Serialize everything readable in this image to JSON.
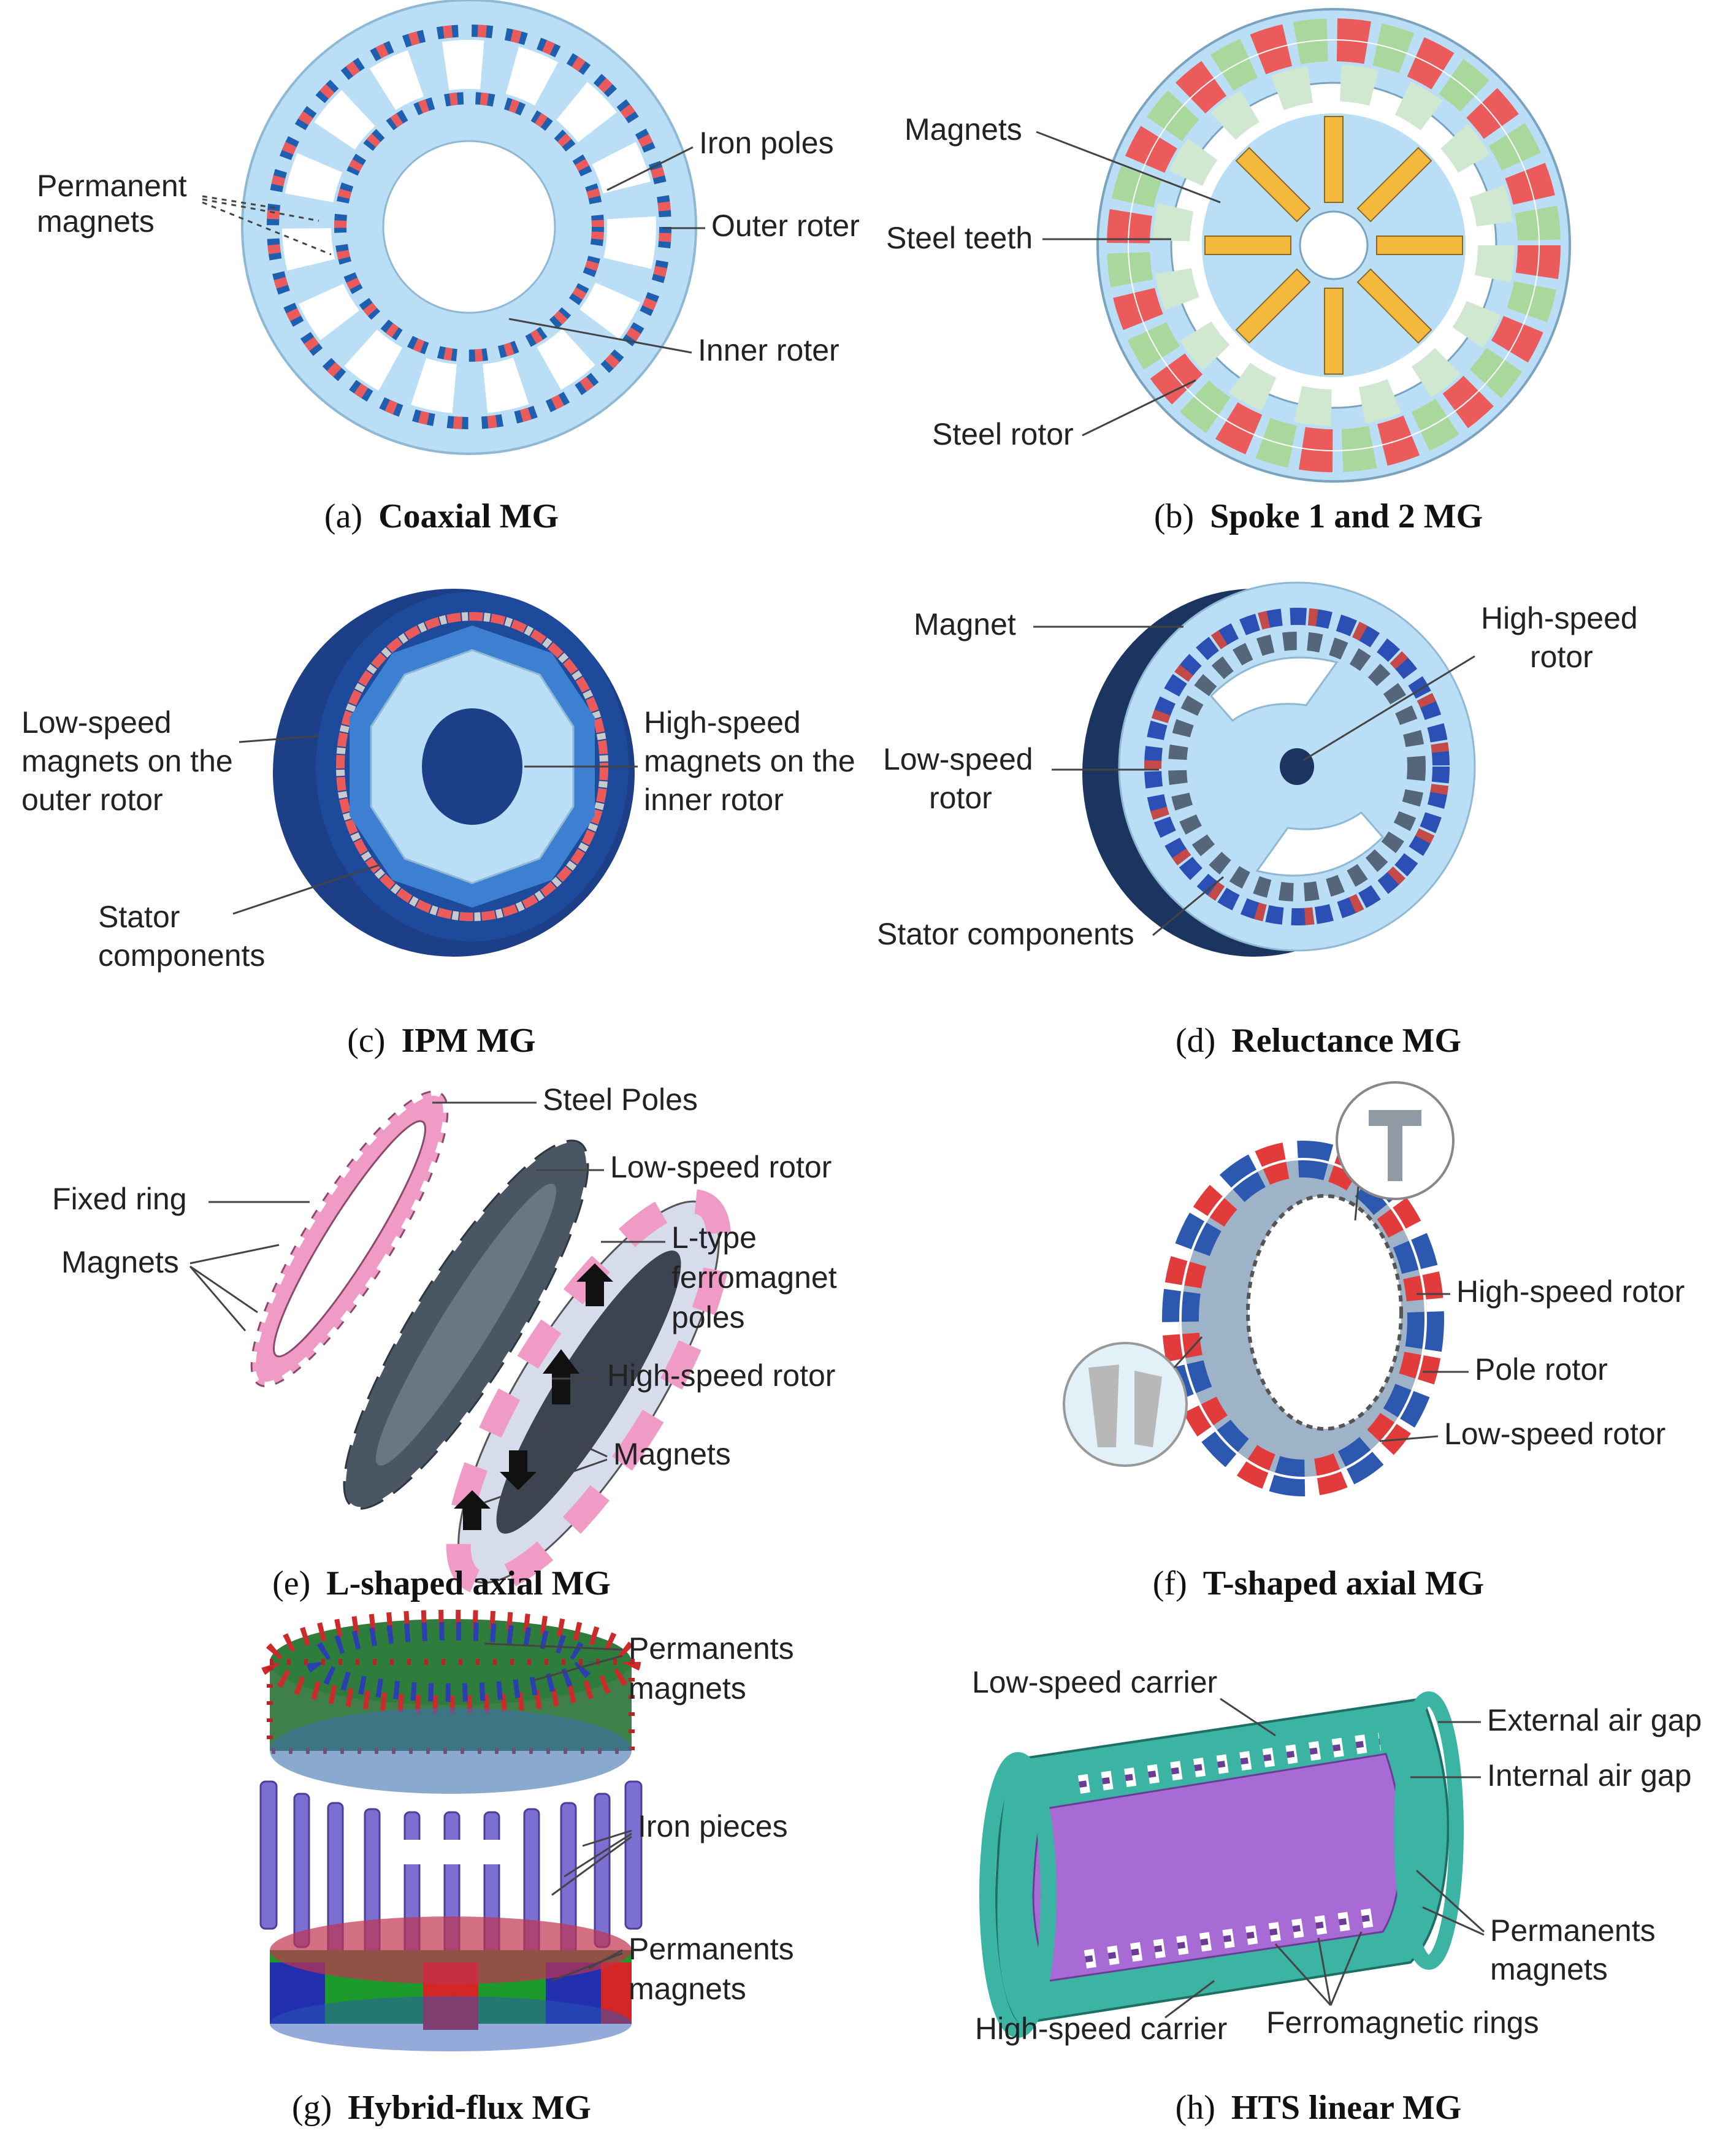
{
  "panels": {
    "a": {
      "caption_letter": "(a)",
      "caption_title": "Coaxial MG",
      "labels": {
        "permanent_magnets_l1": "Permanent",
        "permanent_magnets_l2": "magnets",
        "iron_poles": "Iron poles",
        "outer_roter": "Outer roter",
        "inner_roter": "Inner roter"
      }
    },
    "b": {
      "caption_letter": "(b)",
      "caption_title": "Spoke 1 and 2 MG",
      "labels": {
        "magnets": "Magnets",
        "steel_teeth": "Steel teeth",
        "steel_rotor": "Steel rotor"
      }
    },
    "c": {
      "caption_letter": "(c)",
      "caption_title": "IPM MG",
      "labels": {
        "low_speed_l1": "Low-speed",
        "low_speed_l2": "magnets on the",
        "low_speed_l3": "outer rotor",
        "high_speed_l1": "High-speed",
        "high_speed_l2": "magnets on the",
        "high_speed_l3": "inner rotor",
        "stator_l1": "Stator",
        "stator_l2": "components"
      }
    },
    "d": {
      "caption_letter": "(d)",
      "caption_title": "Reluctance MG",
      "labels": {
        "magnet": "Magnet",
        "high_speed_l1": "High-speed",
        "high_speed_l2": "rotor",
        "low_speed_l1": "Low-speed",
        "low_speed_l2": "rotor",
        "stator_components": "Stator components"
      }
    },
    "e": {
      "caption_letter": "(e)",
      "caption_title": "L-shaped axial MG",
      "labels": {
        "steel_poles": "Steel Poles",
        "low_speed_rotor": "Low-speed rotor",
        "fixed_ring": "Fixed ring",
        "magnets_left": "Magnets",
        "l_type_l1": "L-type",
        "l_type_l2": "ferromagnet",
        "l_type_l3": "poles",
        "high_speed_rotor": "High-speed rotor",
        "magnets_right": "Magnets"
      }
    },
    "f": {
      "caption_letter": "(f)",
      "caption_title": "T-shaped axial MG",
      "labels": {
        "high_speed_rotor": "High-speed rotor",
        "pole_rotor": "Pole rotor",
        "low_speed_rotor": "Low-speed rotor"
      }
    },
    "g": {
      "caption_letter": "(g)",
      "caption_title": "Hybrid-flux MG",
      "labels": {
        "perm_top_l1": "Permanents",
        "perm_top_l2": "magnets",
        "iron_pieces": "Iron pieces",
        "perm_bot_l1": "Permanents",
        "perm_bot_l2": "magnets"
      }
    },
    "h": {
      "caption_letter": "(h)",
      "caption_title": "HTS linear MG",
      "labels": {
        "low_speed_carrier": "Low-speed carrier",
        "external_air_gap": "External air gap",
        "internal_air_gap": "Internal air gap",
        "perm_l1": "Permanents",
        "perm_l2": "magnets",
        "high_speed_carrier": "High-speed carrier",
        "ferromagnetic_rings": "Ferromagnetic rings"
      }
    }
  },
  "colors": {
    "light_blue": "#b9def5",
    "mid_blue": "#3d7fd0",
    "dark_navy": "#1e3f86",
    "magnet_red": "#ec5b5b",
    "magnet_green": "#a9d89d",
    "spoke_yellow": "#f4b93d",
    "pink": "#f09ac6",
    "slate": "#4a5664",
    "teal": "#3bb4a3",
    "violet": "#a86bd6"
  }
}
